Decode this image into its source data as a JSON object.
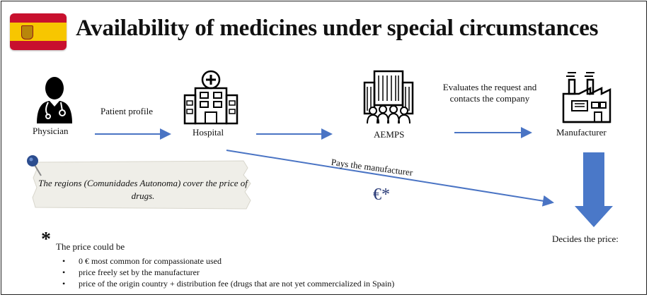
{
  "title": "Availability of medicines under special circumstances",
  "flag": {
    "colors": {
      "red": "#c8102e",
      "yellow": "#f7c600"
    }
  },
  "nodes": {
    "physician": {
      "label": "Physician",
      "icon": "physician-icon"
    },
    "hospital": {
      "label": "Hospital",
      "icon": "hospital-icon"
    },
    "aemps": {
      "label": "AEMPS",
      "icon": "agency-building-icon"
    },
    "manufacturer": {
      "label": "Manufacturer",
      "icon": "factory-icon"
    }
  },
  "edges": {
    "patient_profile": "Patient profile",
    "evaluates": "Evaluates the request and contacts the company",
    "pays": "Pays the manufacturer",
    "decides": "Decides the price:"
  },
  "note": "The regions (Comunidades Autonoma) cover the price of drugs.",
  "euro": "€*",
  "price_footnote": {
    "marker": "*",
    "intro": "The price could be",
    "items": [
      "0 € most common for compassionate used",
      "price freely set by the manufacturer",
      "price of the origin country + distribution fee (drugs that are not yet commercialized in Spain)"
    ]
  },
  "colors": {
    "arrow": "#4a74c4",
    "big_arrow": "#4a78c8",
    "euro": "#2a3b78"
  }
}
